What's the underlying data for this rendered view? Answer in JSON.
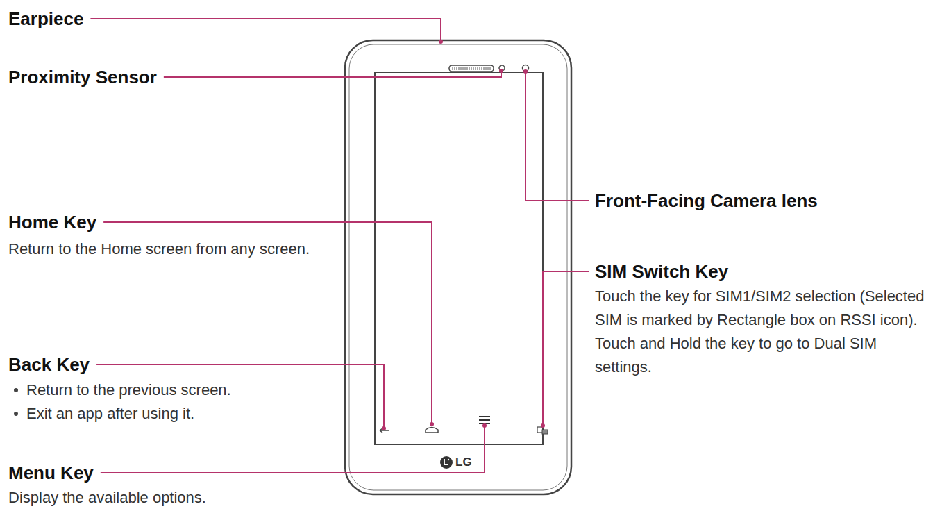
{
  "diagram": {
    "labels": [
      "Earpiece",
      "Proximity Sensor",
      "Front-Facing Camera lens",
      "Home Key",
      "Return to the Home screen from any screen.",
      "SIM Switch Key",
      "Touch the key for SIM1/SIM2 selection (Selected SIM is marked by Rectangle box on RSSI icon). Touch and Hold the key to go to Dual SIM settings.",
      "Back Key",
      "Return to the previous screen.",
      "Exit an app after using it.",
      "Menu Key",
      "Display the available options.",
      "LG"
    ]
  }
}
